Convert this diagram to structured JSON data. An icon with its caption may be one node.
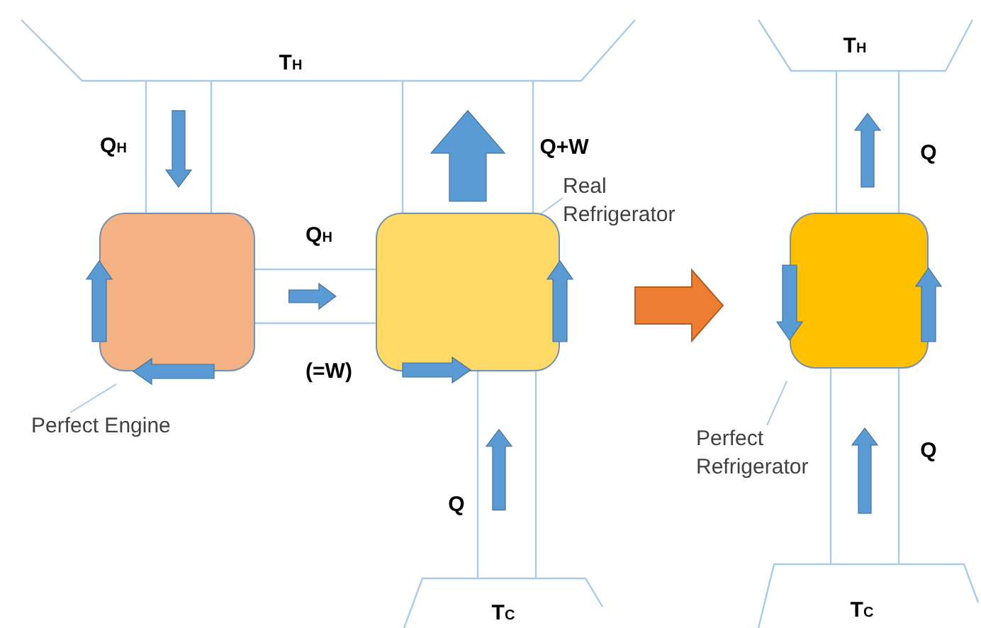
{
  "diagram": {
    "nodes": [
      {
        "text": [
          "T$_{H}$"
        ]
      },
      {
        "text": [
          "T$_{H}$"
        ]
      },
      {
        "text": [],
        "shape": "box"
      },
      {
        "text": [
          "Real Refrigerator"
        ]
      },
      {
        "text": [],
        "shape": "box"
      },
      {
        "text": [],
        "shape": "box"
      },
      {
        "text": [
          "Perfect Engine"
        ]
      },
      {
        "text": [
          "Perfect Refrigerator"
        ]
      },
      {
        "text": [
          "T$_{C}$"
        ]
      },
      {
        "text": [
          "T$_{C}$"
        ]
      }
    ],
    "edges": [
      {
        "from": 0,
        "to": 2,
        "arrow": "to",
        "label": "Q$_{H}$"
      },
      {
        "from": 2,
        "to": 4,
        "arrow": "to",
        "label": "Q$_{H}$"
      },
      {
        "from": 4,
        "to": 0,
        "arrow": "to",
        "label": "Q+W",
        "style": "thick"
      },
      {
        "from": 8,
        "to": 4,
        "arrow": "to",
        "label": "Q"
      },
      {
        "from": 4,
        "to": 5,
        "arrow": "to",
        "style": "thick",
        "color": "#ed7d31"
      },
      {
        "from": 5,
        "to": 1,
        "arrow": "to",
        "label": "Q"
      },
      {
        "from": 9,
        "to": 5,
        "arrow": "to",
        "label": "Q"
      },
      {
        "from": 6,
        "to": 2,
        "arrow": "none"
      },
      {
        "from": 3,
        "to": 4,
        "arrow": "none"
      },
      {
        "from": 7,
        "to": 5,
        "arrow": "none"
      }
    ],
    "labels": [
      "(=W)"
    ]
  }
}
